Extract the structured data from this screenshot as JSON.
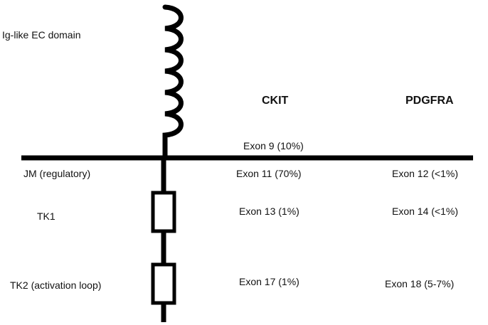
{
  "labels": {
    "ec_domain": "Ig-like EC domain",
    "jm": "JM (regulatory)",
    "tk1": "TK1",
    "tk2": "TK2 (activation loop)"
  },
  "columns": {
    "ckit": "CKIT",
    "pdgfra": "PDGFRA"
  },
  "ckit": {
    "exon9": "Exon 9 (10%)",
    "exon11": "Exon 11 (70%)",
    "exon13": "Exon 13 (1%)",
    "exon17": "Exon 17 (1%)"
  },
  "pdgfra": {
    "exon12": "Exon 12 (<1%)",
    "exon14": "Exon 14 (<1%)",
    "exon18": "Exon 18 (5-7%)"
  }
}
